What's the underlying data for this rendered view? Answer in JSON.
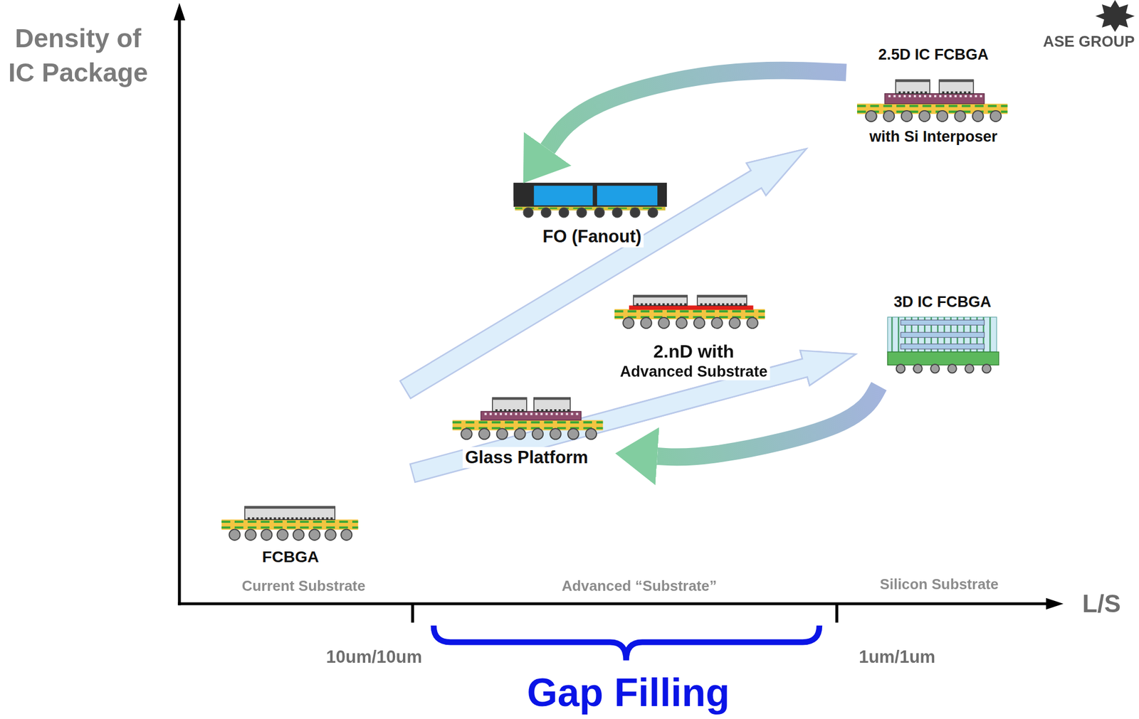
{
  "diagram": {
    "nodes": [
      {
        "text": [
          "2.5D IC FCBGA",
          "with Si Interposer"
        ]
      },
      {
        "text": [
          "FO (Fanout)"
        ]
      },
      {
        "text": [
          "3D IC FCBGA"
        ]
      },
      {
        "text": [
          "2.nD with",
          "Advanced Substrate"
        ]
      },
      {
        "text": [
          "Glass Platform"
        ]
      },
      {
        "text": [
          "FCBGA"
        ]
      }
    ],
    "edges": [
      {
        "from": 0,
        "to": 1,
        "arrow": "to"
      },
      {
        "from": 2,
        "to": 4,
        "arrow": "to"
      }
    ],
    "labels": [
      "Density of IC Package",
      "L/S",
      "Current Substrate",
      "Advanced “Substrate”",
      "Silicon Substrate",
      "10um/10um",
      "1um/1um",
      "Gap Filling",
      "ASE GROUP"
    ]
  }
}
